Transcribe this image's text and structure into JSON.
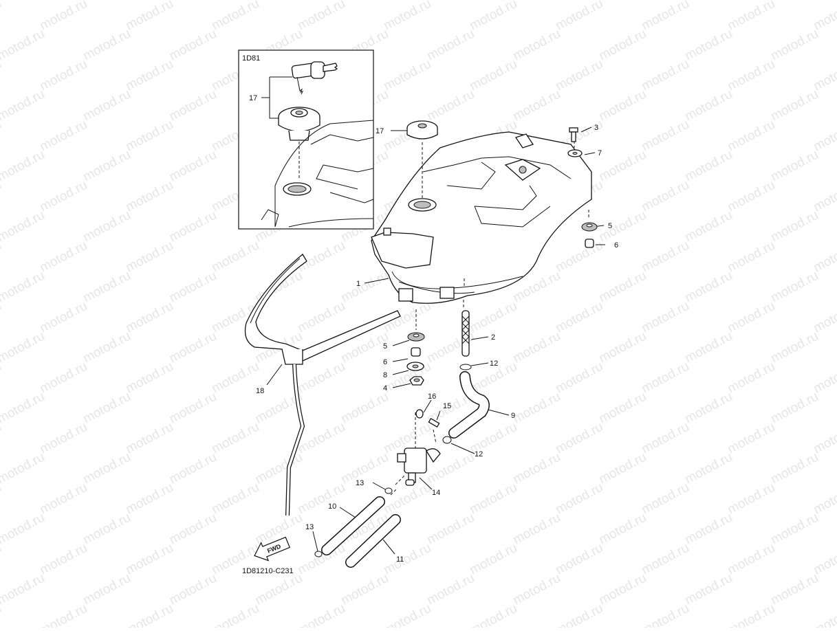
{
  "watermark": "motod.ru",
  "inset": {
    "label": "1D81",
    "callouts": [
      "17"
    ]
  },
  "diagram_code": "1D81210-C231",
  "fwd_label": "FWD",
  "callouts": {
    "tank": "1",
    "fuel_strainer": "2",
    "bolt": "3",
    "damper_a": "5",
    "collar_a": "6",
    "washer_top": "7",
    "fuel_cap": "17",
    "damper_b": "5",
    "collar_b": "6",
    "washer_b": "8",
    "nut": "4",
    "fuel_hose_9": "9",
    "clip_12_top": "12",
    "clip_12_mid": "12",
    "screw_15": "15",
    "washer_16": "16",
    "fuel_cock_14": "14",
    "clip_13_top": "13",
    "clip_13_bottom": "13",
    "hose_10": "10",
    "hose_11": "11",
    "band_18": "18"
  }
}
